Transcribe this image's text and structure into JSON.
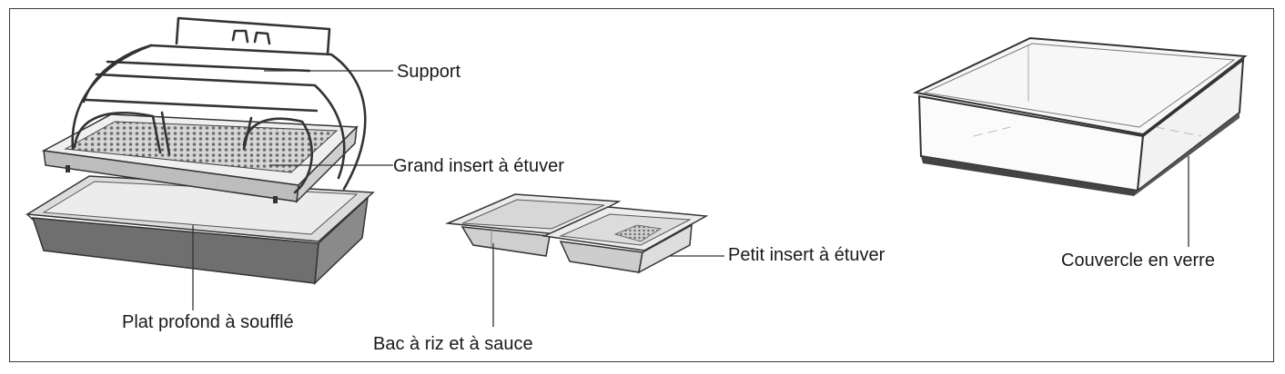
{
  "labels": {
    "support": "Support",
    "grand_insert": "Grand insert à étuver",
    "plat_profond": "Plat profond à soufflé",
    "bac_riz": "Bac à riz et à sauce",
    "petit_insert": "Petit insert à étuver",
    "couvercle": "Couvercle en verre"
  }
}
